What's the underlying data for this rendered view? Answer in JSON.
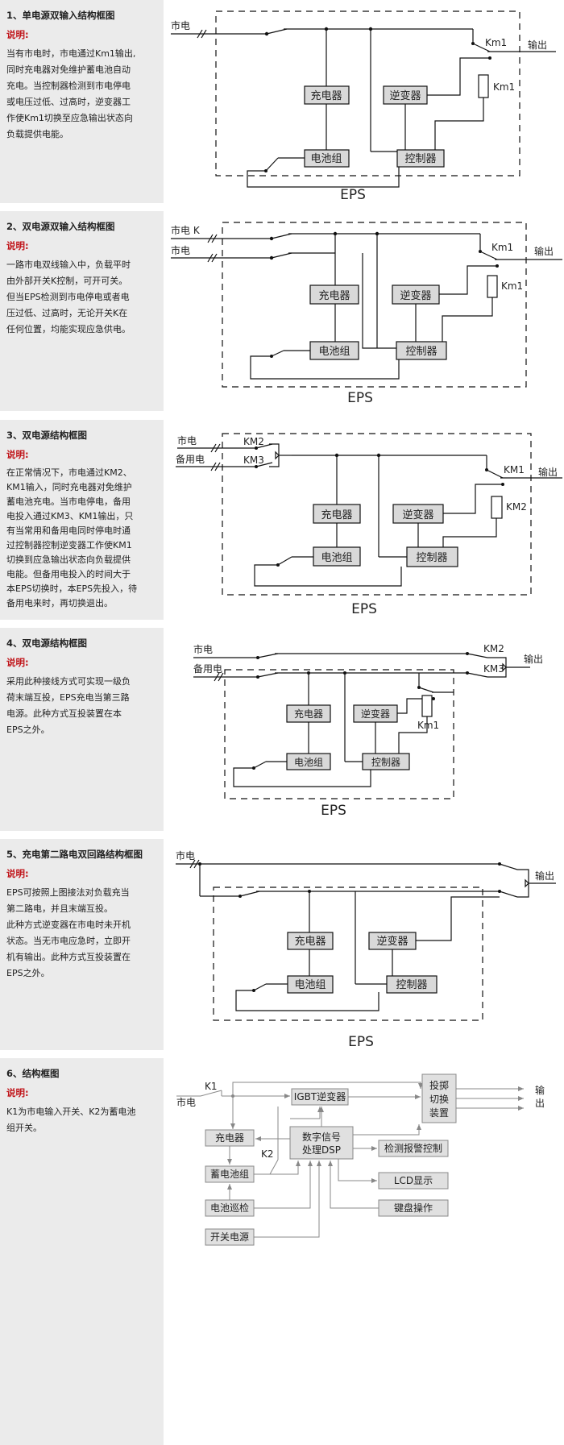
{
  "sections": [
    {
      "title": "1、单电源双输入结构框图",
      "label": "说明:",
      "lines": [
        "当有市电时，市电通过Km1输出,",
        "同时充电器对免维护蓄电池自动",
        "充电。当控制器检测到市电停电",
        "或电压过低、过高时，逆变器工",
        "作使Km1切换至应急输出状态向",
        "负载提供电能。"
      ],
      "diagram": {
        "mains": "市电",
        "km": "Km1",
        "output": "输出",
        "charger": "充电器",
        "inverter": "逆变器",
        "battery": "电池组",
        "controller": "控制器",
        "eps": "EPS"
      }
    },
    {
      "title": "2、双电源双输入结构框图",
      "label": "说明:",
      "lines": [
        "一路市电双线输入中，负载平时",
        "由外部开关K控制，可开可关。",
        "但当EPS检测到市电停电或者电",
        "压过低、过高时，无论开关K在",
        "任何位置，均能实现应急供电。"
      ],
      "diagram": {
        "mains_k": "市电 K",
        "mains": "市电",
        "km": "Km1",
        "output": "输出",
        "charger": "充电器",
        "inverter": "逆变器",
        "battery": "电池组",
        "controller": "控制器",
        "eps": "EPS"
      }
    },
    {
      "title": "3、双电源结构框图",
      "label": "说明:",
      "lines": [
        "在正常情况下，市电通过KM2、",
        "KM1输入，同时充电器对免维护",
        "蓄电池充电。当市电停电，备用",
        "电投入通过KM3、KM1输出，只",
        "有当常用和备用电同时停电时通",
        "过控制器控制逆变器工作使KM1",
        "切换到应急输出状态向负载提供",
        "电能。但备用电投入的时间大于",
        "本EPS切换时，本EPS先投入，待",
        "备用电来时，再切换退出。"
      ],
      "diagram": {
        "mains": "市电",
        "backup": "备用电",
        "km2": "KM2",
        "km3": "KM3",
        "km1": "KM1",
        "km2b": "KM2",
        "output": "输出",
        "charger": "充电器",
        "inverter": "逆变器",
        "battery": "电池组",
        "controller": "控制器",
        "eps": "EPS"
      }
    },
    {
      "title": "4、双电源结构框图",
      "label": "说明:",
      "lines": [
        "采用此种接线方式可实现一级负",
        "荷末端互投，EPS充电当第三路",
        "电源。此种方式互投装置在本",
        "EPS之外。"
      ],
      "diagram": {
        "mains": "市电",
        "backup": "备用电",
        "km2": "KM2",
        "km3": "KM3",
        "km1": "Km1",
        "output": "输出",
        "charger": "充电器",
        "inverter": "逆变器",
        "battery": "电池组",
        "controller": "控制器",
        "eps": "EPS"
      }
    },
    {
      "title": "5、充电第二路电双回路结构框图",
      "label": "说明:",
      "lines": [
        "EPS可按照上图接法对负载充当",
        "第二路电，并且末端互投。",
        "此种方式逆变器在市电时未开机",
        "状态。当无市电应急时，立即开",
        "机有输出。此种方式互投装置在",
        "EPS之外。"
      ],
      "diagram": {
        "mains": "市电",
        "output": "输出",
        "charger": "充电器",
        "inverter": "逆变器",
        "battery": "电池组",
        "controller": "控制器",
        "eps": "EPS"
      }
    },
    {
      "title": "6、结构框图",
      "label": "说明:",
      "lines": [
        "K1为市电输入开关、K2为蓄电池",
        "组开关。"
      ],
      "diagram": {
        "k1": "K1",
        "mains": "市电",
        "igbt": "IGBT逆变器",
        "switch1": "投掷",
        "switch2": "切换",
        "switch3": "装置",
        "output1": "输",
        "output2": "出",
        "charger": "充电器",
        "k2": "K2",
        "dsp1": "数字信号",
        "dsp2": "处理DSP",
        "alarm": "检测报警控制",
        "battery": "蓄电池组",
        "lcd": "LCD显示",
        "patrol": "电池巡检",
        "keyboard": "键盘操作",
        "psu": "开关电源"
      }
    }
  ]
}
